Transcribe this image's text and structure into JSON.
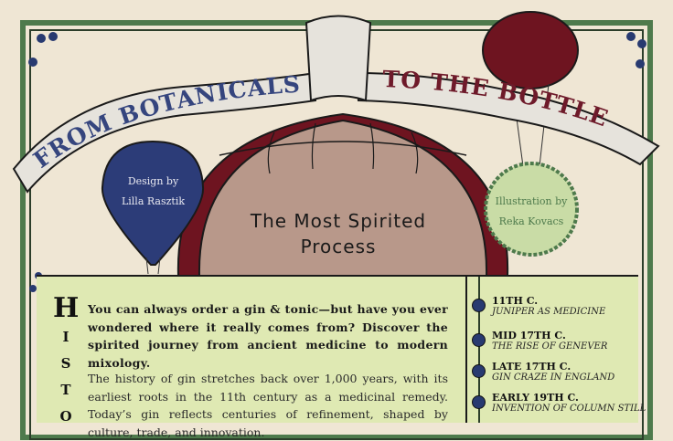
{
  "header": {
    "title_left": "FROM BOTANICALS",
    "title_right": "TO THE BOTTLE",
    "subtitle_line1": "The Most Spirited",
    "subtitle_line2": "Process"
  },
  "credits": {
    "design_label": "Design by",
    "design_name": "Lilla Rasztik",
    "illustration_label": "Illustration by",
    "illustration_name": "Reka Kovacs"
  },
  "history": {
    "vertical_letters": [
      "H",
      "I",
      "S",
      "T",
      "O"
    ],
    "intro": "You can always order a gin & tonic—but have you ever wondered where it really comes from? Discover the spirited journey from ancient medicine to modern mixology.",
    "body": "The history of gin stretches back over 1,000 years, with its earliest roots in the 11th century as a medicinal remedy. Today’s gin reflects centuries of refinement, shaped by culture, trade, and innovation."
  },
  "timeline": [
    {
      "date": "11TH C.",
      "desc": "JUNIPER AS MEDICINE"
    },
    {
      "date": "MID 17TH C.",
      "desc": "THE RISE OF GENEVER"
    },
    {
      "date": "LATE 17TH C.",
      "desc": "GIN CRAZE IN ENGLAND"
    },
    {
      "date": "EARLY 19TH C.",
      "desc": "INVENTION OF COLUMN STILL"
    }
  ],
  "colors": {
    "frame": "#4e7a4c",
    "panel": "#dfe9b3",
    "blue": "#2c3c78",
    "red": "#6e1420",
    "tan": "#b8988a"
  }
}
